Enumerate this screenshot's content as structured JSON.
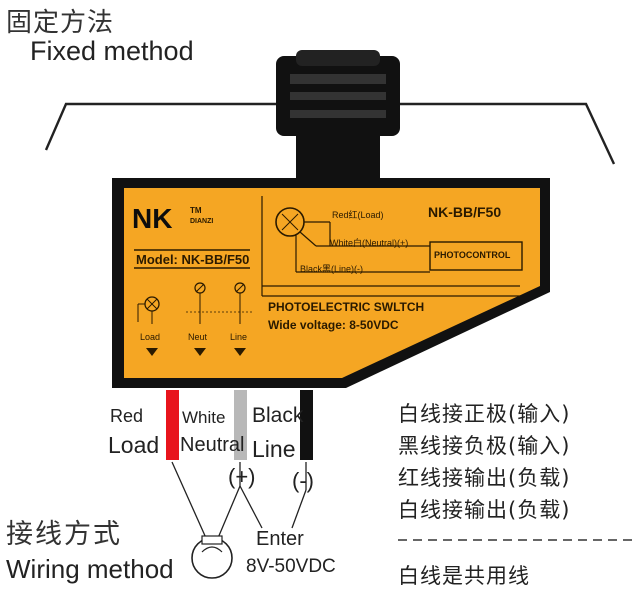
{
  "header": {
    "title_cn": "固定方法",
    "title_en": "Fixed method"
  },
  "device": {
    "brand": "NK",
    "brand_tm": "TM",
    "brand_sub": "DIANZI",
    "model_label": "Model: NK-BB/F50",
    "model_code": "NK-BB/F50",
    "wire_red": "Red红(Load)",
    "wire_white": "White白(Neutral)(+)",
    "wire_black": "Black黑(Line)(-)",
    "photocontrol": "PHOTOCONTROL",
    "switch_title": "PHOTOELECTRIC SWLTCH",
    "voltage": "Wide voltage: 8-50VDC",
    "terminals": [
      "Load",
      "Neut",
      "Line"
    ],
    "body_color": "#f5a623"
  },
  "wires": {
    "red": {
      "color_name": "Red",
      "role": "Load",
      "color": "#e8141c"
    },
    "white": {
      "color_name": "White",
      "role": "Neutral",
      "color": "#b8b8b8"
    },
    "black": {
      "color_name": "Black",
      "role": "Line",
      "color": "#111111"
    },
    "plus": "(+)",
    "minus": "(-)"
  },
  "wiring": {
    "title_cn": "接线方式",
    "title_en": "Wiring method",
    "enter": "Enter",
    "enter_voltage": "8V-50VDC"
  },
  "notes": {
    "lines": [
      "白线接正极(输入)",
      "黑线接负极(输入)",
      "红线接输出(负载)",
      "白线接输出(负载)"
    ],
    "footer": "白线是共用线"
  }
}
